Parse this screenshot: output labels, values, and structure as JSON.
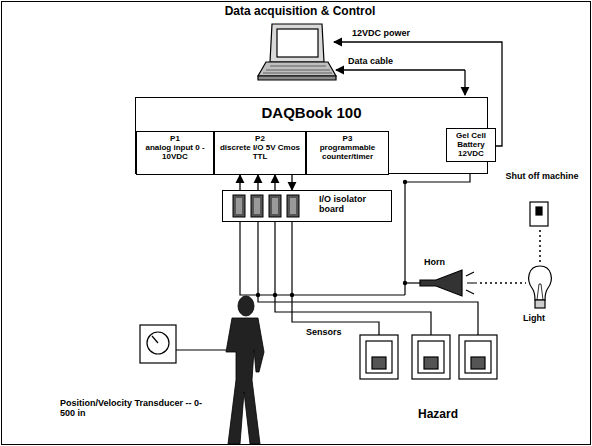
{
  "diagram": {
    "title": "Data acquisition & Control",
    "nodes": [
      {
        "text": [
          "DAQBook 100"
        ]
      },
      {
        "text": [
          "P1",
          "analog input 0 - 10VDC"
        ],
        "in": 0
      },
      {
        "text": [
          "P2",
          "discrete I/O 5V Cmos TTL"
        ],
        "in": 0
      },
      {
        "text": [
          "P3",
          "programmable counter/timer"
        ],
        "in": 0
      },
      {
        "text": [
          "Gel Cell Battery 12VDC"
        ]
      },
      {
        "text": [
          "I/O isolator board"
        ]
      }
    ],
    "edges": [
      {
        "from": 5,
        "to": 2,
        "arrow": "to"
      },
      {
        "from": 5,
        "to": 2,
        "arrow": "to"
      },
      {
        "from": 5,
        "to": 2,
        "arrow": "to"
      },
      {
        "from": 2,
        "to": 5,
        "arrow": "to"
      }
    ],
    "labels": [
      "12VDC power",
      "Data cable",
      "Shut off machine",
      "Horn",
      "Light",
      "Sensors",
      "Hazard",
      "Position/Velocity Transducer -- 0-500 in"
    ]
  }
}
